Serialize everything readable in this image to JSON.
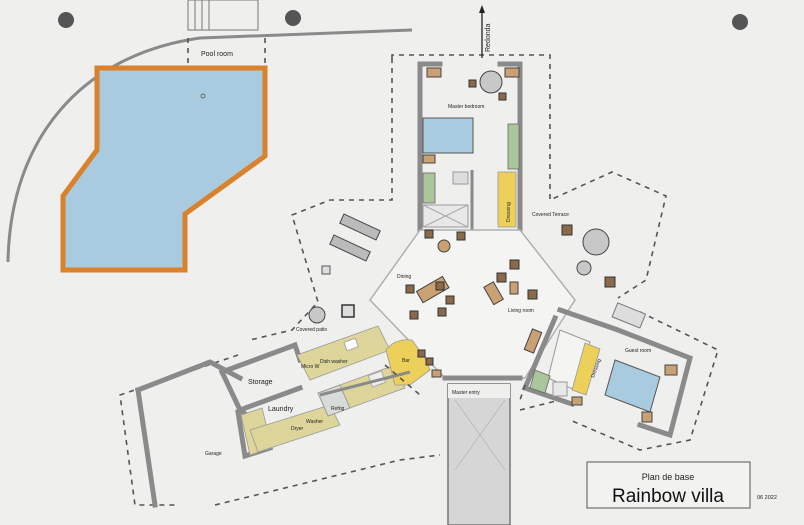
{
  "plan": {
    "subtitle": "Plan de base",
    "title": "Rainbow villa",
    "date": "06 2022",
    "direction_label": "Redonda",
    "rooms": {
      "pool_room": "Pool room",
      "master_bedroom": "Master bedroom",
      "master_dressing": "Dressing",
      "covered_terrace": "Covered Terrace",
      "dining": "Dining",
      "living_room": "Living room",
      "covered_patio": "Covered patio",
      "storage": "Storage",
      "micro_w": "Micro W",
      "dish_washer": "Dish washer",
      "bar": "Bar",
      "laundry": "Laundry",
      "refrig": "Refrig",
      "washer": "Washer",
      "dryer": "Dryer",
      "master_entry": "Master entry",
      "garage": "Garage",
      "guest_dressing": "Dressing",
      "guest_room": "Guest room"
    },
    "colors": {
      "pool_water": "#a9cbe0",
      "pool_border": "#d9822b",
      "walls": "#8a8a8a",
      "kitchen_counter": "#ddd59a",
      "bar": "#ecd05a"
    }
  }
}
